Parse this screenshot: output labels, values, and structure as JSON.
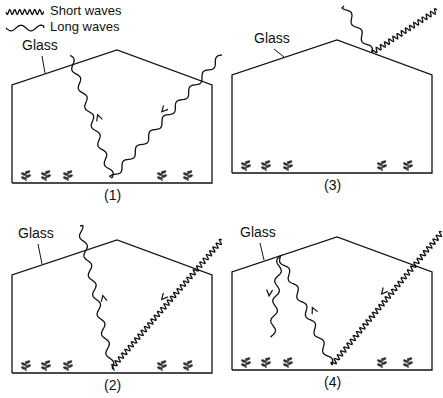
{
  "diagram": {
    "labels": [
      "Glass",
      "(1)",
      "Glass",
      "(3)",
      "Glass",
      "(2)",
      "Glass",
      "(4)"
    ],
    "legend": [
      {
        "text": "Short waves"
      },
      {
        "text": "Long waves"
      }
    ]
  }
}
